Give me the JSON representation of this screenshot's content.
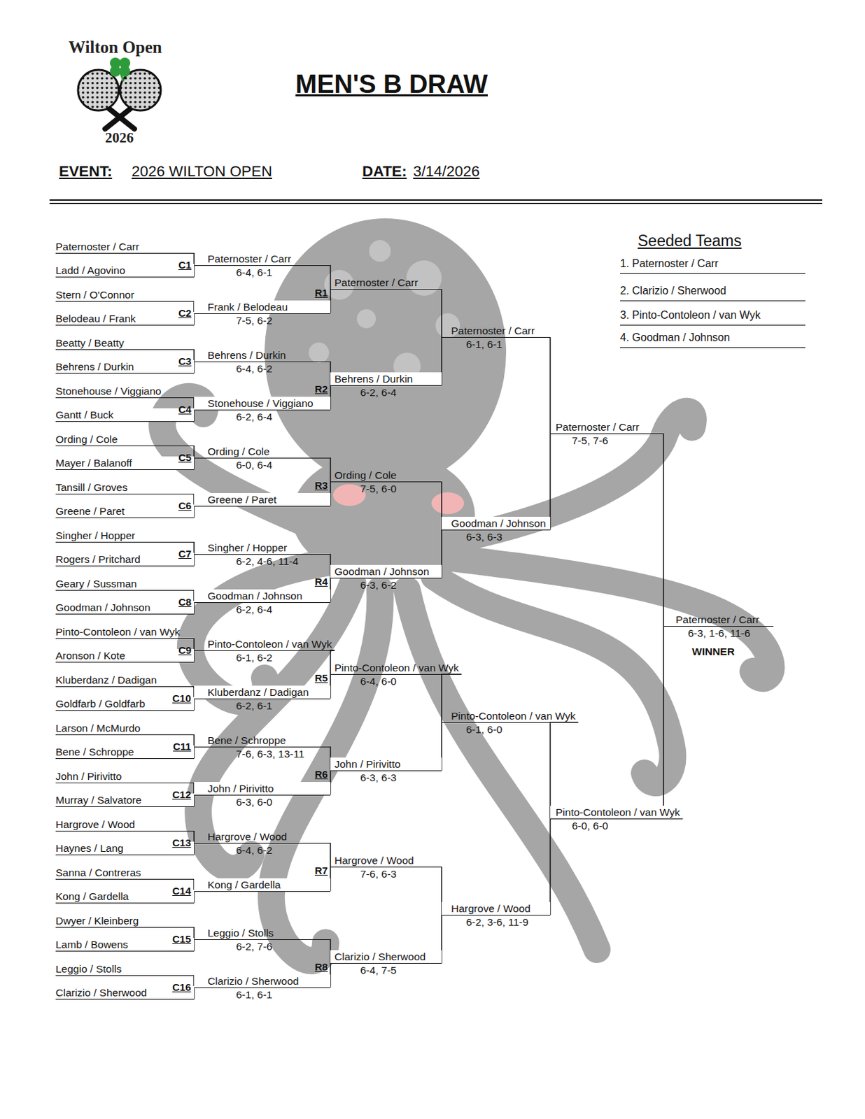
{
  "diagram": {
    "title": "MEN'S B DRAW",
    "nodes": [
      {
        "text": [
          "Paternoster / Carr"
        ]
      },
      {
        "text": [
          "Ladd / Agovino"
        ]
      },
      {
        "text": [
          "Stern / O'Connor"
        ]
      },
      {
        "text": [
          "Belodeau / Frank"
        ]
      },
      {
        "text": [
          "Beatty / Beatty"
        ]
      },
      {
        "text": [
          "Behrens / Durkin"
        ]
      },
      {
        "text": [
          "Stonehouse / Viggiano"
        ]
      },
      {
        "text": [
          "Gantt / Buck"
        ]
      },
      {
        "text": [
          "Ording / Cole"
        ]
      },
      {
        "text": [
          "Mayer / Balanoff"
        ]
      },
      {
        "text": [
          "Tansill / Groves"
        ]
      },
      {
        "text": [
          "Greene / Paret"
        ]
      },
      {
        "text": [
          "Singher / Hopper"
        ]
      },
      {
        "text": [
          "Rogers / Pritchard"
        ]
      },
      {
        "text": [
          "Geary / Sussman"
        ]
      },
      {
        "text": [
          "Goodman / Johnson"
        ]
      },
      {
        "text": [
          "Pinto-Contoleon / van Wyk"
        ]
      },
      {
        "text": [
          "Aronson / Kote"
        ]
      },
      {
        "text": [
          "Kluberdanz / Dadigan"
        ]
      },
      {
        "text": [
          "Goldfarb / Goldfarb"
        ]
      },
      {
        "text": [
          "Larson / McMurdo"
        ]
      },
      {
        "text": [
          "Bene / Schroppe"
        ]
      },
      {
        "text": [
          "John / Pirivitto"
        ]
      },
      {
        "text": [
          "Murray / Salvatore"
        ]
      },
      {
        "text": [
          "Hargrove / Wood"
        ]
      },
      {
        "text": [
          "Haynes / Lang"
        ]
      },
      {
        "text": [
          "Sanna / Contreras"
        ]
      },
      {
        "text": [
          "Kong / Gardella"
        ]
      },
      {
        "text": [
          "Dwyer / Kleinberg"
        ]
      },
      {
        "text": [
          "Lamb / Bowens"
        ]
      },
      {
        "text": [
          "Leggio / Stolls"
        ]
      },
      {
        "text": [
          "Clarizio / Sherwood"
        ]
      },
      {
        "text": [
          "Paternoster / Carr",
          "6-4, 6-1"
        ]
      },
      {
        "text": [
          "Frank / Belodeau",
          "7-5, 6-2"
        ]
      },
      {
        "text": [
          "Behrens / Durkin",
          "6-4, 6-2"
        ]
      },
      {
        "text": [
          "Stonehouse / Viggiano",
          "6-2, 6-4"
        ]
      },
      {
        "text": [
          "Ording / Cole",
          "6-0, 6-4"
        ]
      },
      {
        "text": [
          "Greene / Paret"
        ]
      },
      {
        "text": [
          "Singher / Hopper",
          "6-2, 4-6, 11-4"
        ]
      },
      {
        "text": [
          "Goodman / Johnson",
          "6-2, 6-4"
        ]
      },
      {
        "text": [
          "Pinto-Contoleon / van Wyk",
          "6-1, 6-2"
        ]
      },
      {
        "text": [
          "Kluberdanz / Dadigan",
          "6-2, 6-1"
        ]
      },
      {
        "text": [
          "Bene / Schroppe",
          "7-6, 6-3, 13-11"
        ]
      },
      {
        "text": [
          "John / Pirivitto",
          "6-3, 6-0"
        ]
      },
      {
        "text": [
          "Hargrove / Wood",
          "6-4, 6-2"
        ]
      },
      {
        "text": [
          "Kong / Gardella"
        ]
      },
      {
        "text": [
          "Leggio / Stolls",
          "6-2, 7-6"
        ]
      },
      {
        "text": [
          "Clarizio / Sherwood",
          "6-1, 6-1"
        ]
      },
      {
        "text": [
          "Paternoster / Carr"
        ]
      },
      {
        "text": [
          "Behrens / Durkin",
          "6-2, 6-4"
        ]
      },
      {
        "text": [
          "Ording / Cole",
          "7-5, 6-0"
        ]
      },
      {
        "text": [
          "Goodman / Johnson",
          "6-3, 6-2"
        ]
      },
      {
        "text": [
          "Pinto-Contoleon / van Wyk",
          "6-4, 6-0"
        ]
      },
      {
        "text": [
          "John / Pirivitto",
          "6-3, 6-3"
        ]
      },
      {
        "text": [
          "Hargrove / Wood",
          "7-6, 6-3"
        ]
      },
      {
        "text": [
          "Clarizio / Sherwood",
          "6-4, 7-5"
        ]
      },
      {
        "text": [
          "Paternoster / Carr",
          "6-1, 6-1"
        ]
      },
      {
        "text": [
          "Goodman / Johnson",
          "6-3, 6-3"
        ]
      },
      {
        "text": [
          "Pinto-Contoleon / van Wyk",
          "6-1, 6-0"
        ]
      },
      {
        "text": [
          "Hargrove / Wood",
          "6-2, 3-6, 11-9"
        ]
      },
      {
        "text": [
          "Paternoster / Carr",
          "7-5, 7-6"
        ]
      },
      {
        "text": [
          "Pinto-Contoleon / van Wyk",
          "6-0, 6-0"
        ]
      },
      {
        "text": [
          "Paternoster / Carr",
          "6-3, 1-6, 11-6",
          "WINNER"
        ]
      }
    ],
    "edges": [
      {
        "from": 0,
        "to": 32,
        "arrow": "none"
      },
      {
        "from": 1,
        "to": 32,
        "arrow": "none"
      },
      {
        "from": 2,
        "to": 33,
        "arrow": "none"
      },
      {
        "from": 3,
        "to": 33,
        "arrow": "none"
      },
      {
        "from": 4,
        "to": 34,
        "arrow": "none"
      },
      {
        "from": 5,
        "to": 34,
        "arrow": "none"
      },
      {
        "from": 6,
        "to": 35,
        "arrow": "none"
      },
      {
        "from": 7,
        "to": 35,
        "arrow": "none"
      },
      {
        "from": 8,
        "to": 36,
        "arrow": "none"
      },
      {
        "from": 9,
        "to": 36,
        "arrow": "none"
      },
      {
        "from": 10,
        "to": 37,
        "arrow": "none"
      },
      {
        "from": 11,
        "to": 37,
        "arrow": "none"
      },
      {
        "from": 12,
        "to": 38,
        "arrow": "none"
      },
      {
        "from": 13,
        "to": 38,
        "arrow": "none"
      },
      {
        "from": 14,
        "to": 39,
        "arrow": "none"
      },
      {
        "from": 15,
        "to": 39,
        "arrow": "none"
      },
      {
        "from": 16,
        "to": 40,
        "arrow": "none"
      },
      {
        "from": 17,
        "to": 40,
        "arrow": "none"
      },
      {
        "from": 18,
        "to": 41,
        "arrow": "none"
      },
      {
        "from": 19,
        "to": 41,
        "arrow": "none"
      },
      {
        "from": 20,
        "to": 42,
        "arrow": "none"
      },
      {
        "from": 21,
        "to": 42,
        "arrow": "none"
      },
      {
        "from": 22,
        "to": 43,
        "arrow": "none"
      },
      {
        "from": 23,
        "to": 43,
        "arrow": "none"
      },
      {
        "from": 24,
        "to": 44,
        "arrow": "none"
      },
      {
        "from": 25,
        "to": 44,
        "arrow": "none"
      },
      {
        "from": 26,
        "to": 45,
        "arrow": "none"
      },
      {
        "from": 27,
        "to": 45,
        "arrow": "none"
      },
      {
        "from": 28,
        "to": 46,
        "arrow": "none"
      },
      {
        "from": 29,
        "to": 46,
        "arrow": "none"
      },
      {
        "from": 30,
        "to": 47,
        "arrow": "none"
      },
      {
        "from": 31,
        "to": 47,
        "arrow": "none"
      },
      {
        "from": 32,
        "to": 48,
        "arrow": "none"
      },
      {
        "from": 33,
        "to": 48,
        "arrow": "none"
      },
      {
        "from": 34,
        "to": 49,
        "arrow": "none"
      },
      {
        "from": 35,
        "to": 49,
        "arrow": "none"
      },
      {
        "from": 36,
        "to": 50,
        "arrow": "none"
      },
      {
        "from": 37,
        "to": 50,
        "arrow": "none"
      },
      {
        "from": 38,
        "to": 51,
        "arrow": "none"
      },
      {
        "from": 39,
        "to": 51,
        "arrow": "none"
      },
      {
        "from": 40,
        "to": 52,
        "arrow": "none"
      },
      {
        "from": 41,
        "to": 52,
        "arrow": "none"
      },
      {
        "from": 42,
        "to": 53,
        "arrow": "none"
      },
      {
        "from": 43,
        "to": 53,
        "arrow": "none"
      },
      {
        "from": 44,
        "to": 54,
        "arrow": "none"
      },
      {
        "from": 45,
        "to": 54,
        "arrow": "none"
      },
      {
        "from": 46,
        "to": 55,
        "arrow": "none"
      },
      {
        "from": 47,
        "to": 55,
        "arrow": "none"
      },
      {
        "from": 48,
        "to": 56,
        "arrow": "none"
      },
      {
        "from": 49,
        "to": 56,
        "arrow": "none"
      },
      {
        "from": 50,
        "to": 57,
        "arrow": "none"
      },
      {
        "from": 51,
        "to": 57,
        "arrow": "none"
      },
      {
        "from": 52,
        "to": 58,
        "arrow": "none"
      },
      {
        "from": 53,
        "to": 58,
        "arrow": "none"
      },
      {
        "from": 54,
        "to": 59,
        "arrow": "none"
      },
      {
        "from": 55,
        "to": 59,
        "arrow": "none"
      },
      {
        "from": 56,
        "to": 60,
        "arrow": "none"
      },
      {
        "from": 57,
        "to": 60,
        "arrow": "none"
      },
      {
        "from": 58,
        "to": 61,
        "arrow": "none"
      },
      {
        "from": 59,
        "to": 61,
        "arrow": "none"
      },
      {
        "from": 60,
        "to": 62,
        "arrow": "none"
      },
      {
        "from": 61,
        "to": 62,
        "arrow": "none"
      }
    ],
    "labels": [
      "Wilton Open",
      "2026",
      "EVENT:",
      "2026 WILTON OPEN",
      "DATE:",
      "3/14/2026",
      "Seeded Teams",
      "1. Paternoster / Carr",
      "2. Clarizio / Sherwood",
      "3. Pinto-Contoleon / van Wyk",
      "4. Goodman / Johnson",
      "C1",
      "C2",
      "C3",
      "C4",
      "C5",
      "C6",
      "C7",
      "C8",
      "C9",
      "C10",
      "C11",
      "C12",
      "C13",
      "C14",
      "C15",
      "C16",
      "R1",
      "R2",
      "R3",
      "R4",
      "R5",
      "R6",
      "R7",
      "R8"
    ]
  }
}
